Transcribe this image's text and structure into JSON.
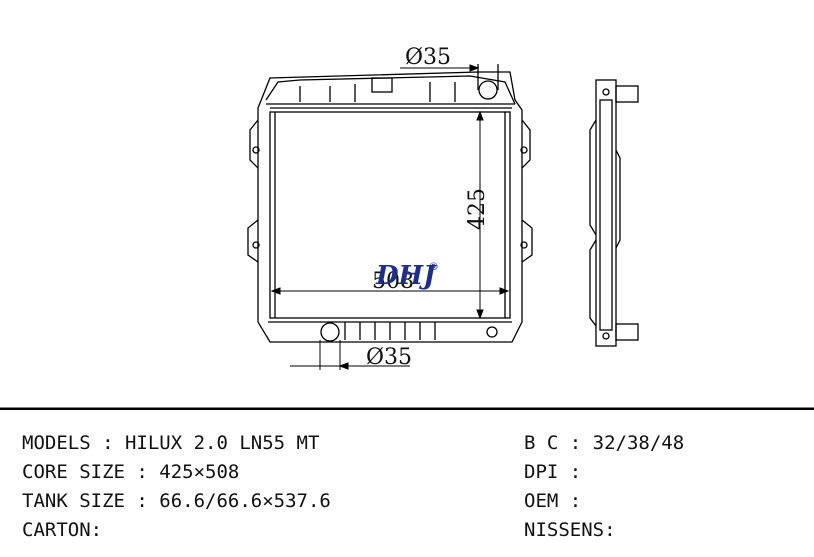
{
  "drawing": {
    "top_dim": "Ø35",
    "bottom_dim": "Ø35",
    "height_dim": "425",
    "width_dim": "508",
    "brand": "DHJ",
    "brand_mark": "®"
  },
  "specs": {
    "models": "MODELS : HILUX 2.0 LN55 MT",
    "core_size": "CORE SIZE : 425×508",
    "tank_size": "TANK SIZE : 66.6/66.6×537.6",
    "carton": "CARTON:",
    "bc": "B C : 32/38/48",
    "dpi": "DPI :",
    "oem": "OEM :",
    "nissens": "NISSENS:"
  },
  "colors": {
    "brand": "#1d2e8c",
    "line": "#000000"
  }
}
